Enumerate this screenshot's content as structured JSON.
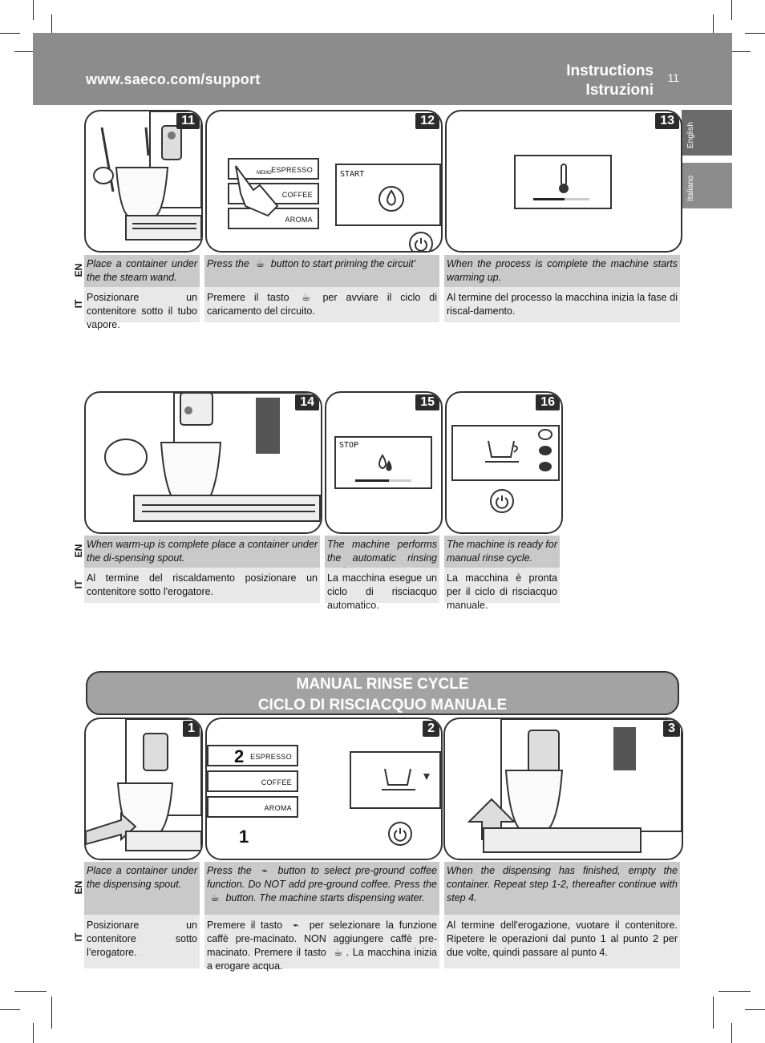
{
  "header": {
    "url": "www.saeco.com/support",
    "title_en": "Instructions",
    "title_it": "Istruzioni",
    "page_number": "11"
  },
  "side_tabs": {
    "english": "English",
    "italiano": "Italiano"
  },
  "lang_labels": {
    "en": "EN",
    "it": "IT"
  },
  "display": {
    "start": "START",
    "stop": "STOP"
  },
  "buttons": {
    "espresso": "ESPRESSO",
    "coffee": "COFFEE",
    "aroma": "AROMA",
    "memo": "MEMO"
  },
  "steps_top": [
    {
      "num": "11",
      "en": "Place a container under the the steam wand.",
      "it": "Posizionare un contenitore sotto il tubo vapore."
    },
    {
      "num": "12",
      "en_a": "Press the",
      "en_b": "button to start priming the circuit’",
      "it_a": "Premere il tasto",
      "it_b": "per avviare il ciclo di caricamento del circuito."
    },
    {
      "num": "13",
      "en": "When the process is complete the machine starts warming up.",
      "it": "Al termine del processo la macchina inizia la fase di riscal-damento."
    }
  ],
  "steps_mid": [
    {
      "num": "14",
      "en": "When warm-up is complete place a container under the di-spensing spout.",
      "it": "Al termine del riscaldamento posizionare un contenitore sotto l'erogatore."
    },
    {
      "num": "15",
      "en": "The machine performs the automatic rinsing cycle.",
      "it": "La macchina esegue un ciclo di risciacquo automatico."
    },
    {
      "num": "16",
      "en": "The machine is ready for manual rinse cycle.",
      "it": "La macchina è pronta per il ciclo di risciacquo manuale."
    }
  ],
  "banner": {
    "line1": "MANUAL RINSE CYCLE",
    "line2": "CICLO DI RISCIACQUO MANUALE"
  },
  "steps_bottom": [
    {
      "num": "1",
      "en": "Place a container under the dispensing spout.",
      "it": "Posizionare un contenitore sotto l’erogatore."
    },
    {
      "num": "2",
      "callout1": "1",
      "callout2": "2",
      "en_1a": "Press the",
      "en_1b": "button to select pre-ground coffee function. Do NOT add pre-ground coffee.",
      "en_2a": "Press the",
      "en_2b": "button. The machine starts dispensing water.",
      "it_1a": "Premere il tasto",
      "it_1b": "per selezionare la funzione caffè pre-macinato. NON aggiungere caffè pre-macinato.",
      "it_2a": "Premere il tasto",
      "it_2b": ". La macchina inizia a erogare acqua."
    },
    {
      "num": "3",
      "en": "When the dispensing has finished, empty the container. Repeat step 1-2, thereafter continue with step 4.",
      "it": "Al termine dell'erogazione, vuotare il contenitore. Ripetere le operazioni dal punto 1 al punto 2 per due volte, quindi passare al punto 4."
    }
  ]
}
